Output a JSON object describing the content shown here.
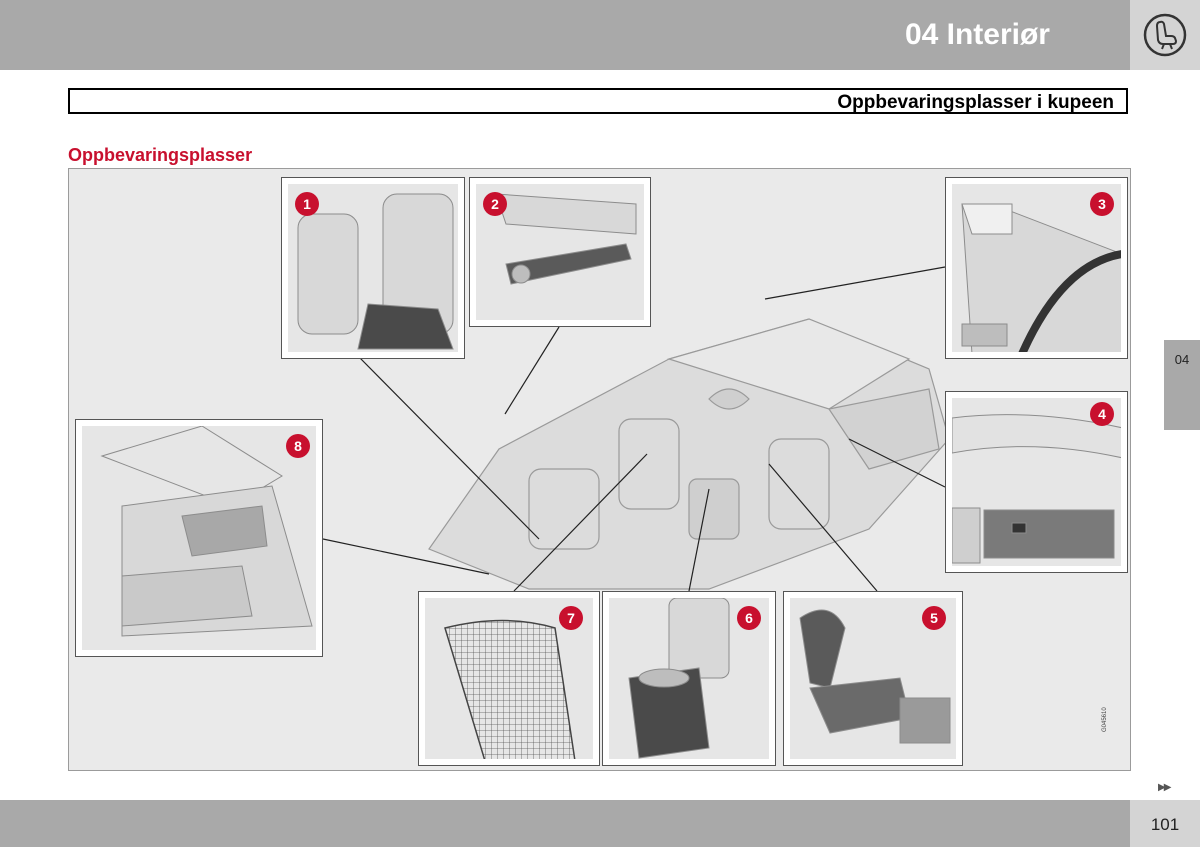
{
  "header": {
    "chapter_title": "04 Interiør"
  },
  "section": {
    "title": "Oppbevaringsplasser i kupeen"
  },
  "subheading": "Oppbevaringsplasser",
  "figure": {
    "code": "G045610",
    "callouts": [
      "1",
      "2",
      "3",
      "4",
      "5",
      "6",
      "7",
      "8"
    ]
  },
  "side_tab": {
    "label": "04"
  },
  "footer": {
    "page_number": "101",
    "next_marker": "▶▶"
  },
  "colors": {
    "accent": "#c8102e",
    "band": "#a9a9a9",
    "figure_bg": "#eaeaea"
  }
}
